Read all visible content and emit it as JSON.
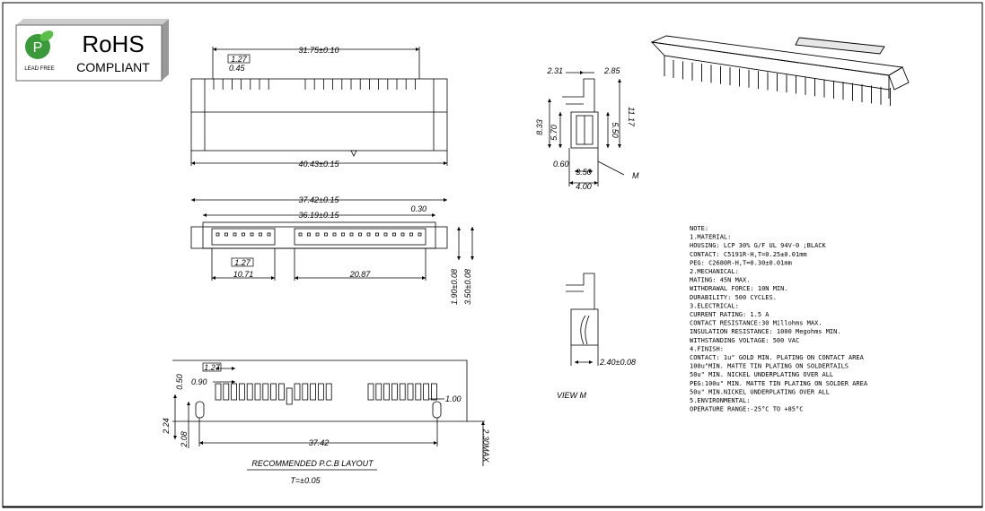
{
  "badge": {
    "title": "RoHS",
    "subtitle": "COMPLIANT",
    "logo_letter": "P",
    "logo_caption": "LEAD FREE"
  },
  "top_view": {
    "pitch": "1.27",
    "pin_width": "0.45",
    "span": "31.75±0.10",
    "overall": "40.43±0.15"
  },
  "front_view": {
    "span_a": "37.42±0.15",
    "span_b": "36.19±0.15",
    "gap": "0.30",
    "pitch": "1.27",
    "left_group": "10.71",
    "right_group": "20.87",
    "height_a": "1.90±0.08",
    "height_b": "3.50±0.08"
  },
  "side_view": {
    "left": "2.31",
    "right": "2.85",
    "height_total": "8.33",
    "height_inner": "5.70",
    "height_right": "11.17",
    "height_small": "5.50",
    "offset": "0.60",
    "inner_width": "3.50",
    "total_width": "4.00",
    "m_label": "M"
  },
  "view_m": {
    "dim": "2.40±0.08",
    "caption": "VIEW M"
  },
  "pcb": {
    "pitch": "1.27",
    "pad_gap": "0.90",
    "pad_height": "0.50",
    "hole": "1.00",
    "h_a": "2.24",
    "h_b": "2.08",
    "span": "37.42",
    "thickness": "2.30MAX",
    "caption": "RECOMMENDED P.C.B LAYOUT",
    "tolerance": "T=±0.05"
  },
  "notes": [
    "NOTE:",
    "1.MATERIAL:",
    "  HOUSING: LCP   30% G/F UL 94V-0 ;BLACK",
    "  CONTACT:   C5191R-H,T=0.25±0.01mm",
    "  PEG: C2680R-H,T=0.30±0.01mm",
    "2.MECHANICAL:",
    "  MATING: 45N MAX.",
    "  WITHDRAWAL FORCE: 10N MIN.",
    "  DURABILITY: 500 CYCLES.",
    "3.ELECTRICAL:",
    "  CURRENT RATING: 1.5 A",
    "  CONTACT RESISTANCE:30 Millohms MAX.",
    "  INSULATION RESISTANCE: 1000 Megohms MIN.",
    "  WITHSTANDING VOLTAGE: 500 VAC",
    "4.FINISH:",
    "  CONTACT: 1u\" GOLD MIN. PLATING ON CONTACT AREA",
    "  100u\"MIN. MATTE TIN PLATING ON SOLDERTAILS",
    "  50u\" MIN. NICKEL UNDERPLATING OVER ALL",
    "  PEG:100u\" MIN. MATTE TIN PLATING ON SOLDER AREA",
    "  50u\" MIN.NICKEL UNDERPLATING OVER ALL",
    "5.ENVIRONMENTAL:",
    "  OPERATURE RANGE:-25°C TO +85°C"
  ]
}
